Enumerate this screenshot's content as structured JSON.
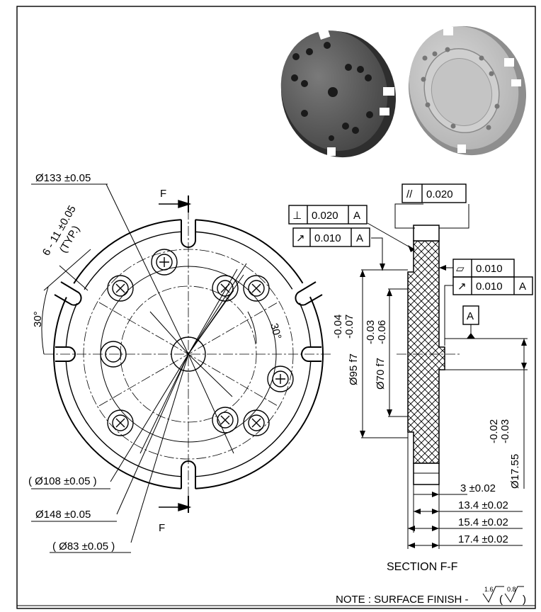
{
  "diameter_dims": {
    "d133": "Ø133 ±0.05",
    "d108": "( Ø108 ±0.05 )",
    "d148": "Ø148 ±0.05",
    "d83": "( Ø83 ±0.05 )"
  },
  "holes_note": {
    "line1": "6 - 11 ±0.05",
    "line2": "(TYP.)"
  },
  "angles": {
    "left": "30°",
    "right": "30°"
  },
  "section_marks": {
    "top": "F",
    "bottom": "F"
  },
  "gdt": {
    "parallel_sym": "//",
    "parallel_tol": "0.020",
    "perp_sym": "⊥",
    "perp_tol": "0.020",
    "perp_datum": "A",
    "runout1_sym": "↗",
    "runout1_tol": "0.010",
    "runout1_datum": "A",
    "flat_sym": "▱",
    "flat_tol": "0.010",
    "runout2_sym": "↗",
    "runout2_tol": "0.010",
    "runout2_datum": "A",
    "datum_label": "A"
  },
  "section_dims": {
    "d95_main": "Ø95 f7",
    "d95_upper": "-0.04",
    "d95_lower": "-0.07",
    "d70_main": "Ø70 f7",
    "d70_upper": "-0.03",
    "d70_lower": "-0.06",
    "d1755_main": "Ø17.55",
    "d1755_upper": "-0.02",
    "d1755_lower": "-0.03",
    "t3": "3 ±0.02",
    "t134": "13.4 ±0.02",
    "t154": "15.4 ±0.02",
    "t174": "17.4 ±0.02"
  },
  "section_title": "SECTION F-F",
  "note": {
    "label": "NOTE : SURFACE FINISH -",
    "finish1": "1.6",
    "finish2": "0.8"
  }
}
